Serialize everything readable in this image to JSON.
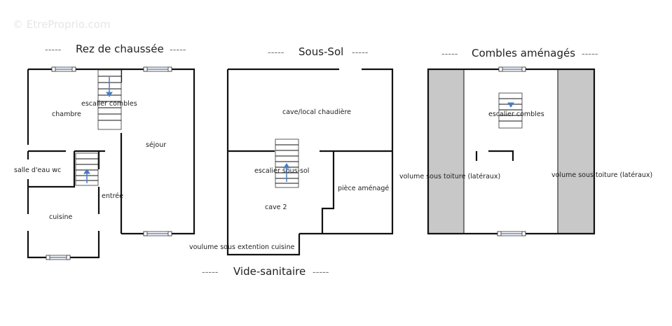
{
  "watermark": "© EtreProprio.com",
  "floors": {
    "rdc": {
      "title": "Rez de chaussée",
      "rooms": {
        "chambre": "chambre",
        "escalier": "escalier combles",
        "sejour": "séjour",
        "salle_eau": "salle d'eau wc",
        "entree": "entrée",
        "cuisine": "cuisine"
      }
    },
    "sous_sol": {
      "title": "Sous-Sol",
      "rooms": {
        "cave_local": "cave/local chaudière",
        "escalier": "escalier sous-sol",
        "piece": "pièce aménagé",
        "cave2": "cave 2",
        "volume_ext": "voulume sous extention cuisine"
      }
    },
    "vide_sanitaire": {
      "title": "Vide-sanitaire"
    },
    "combles": {
      "title": "Combles aménagés",
      "rooms": {
        "escalier": "escalier combles",
        "volume_left": "volume sous toiture (latéraux)",
        "volume_right": "volume sous toiture (latéraux)"
      }
    }
  },
  "dash": "-----",
  "colors": {
    "wall": "#111111",
    "window": "#4a6fb3",
    "stair_arrow": "#4a7cc4",
    "eaves_fill": "#c8c8c8"
  }
}
